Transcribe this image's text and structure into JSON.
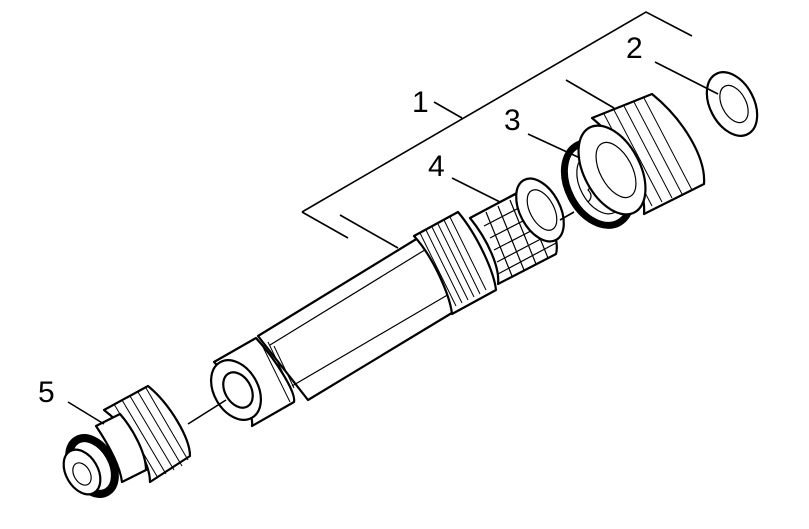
{
  "callouts": {
    "c1": "1",
    "c2": "2",
    "c3": "3",
    "c4": "4",
    "c5": "5"
  },
  "parts": [
    {
      "number": "1",
      "icon": "filter-assembly-bracket"
    },
    {
      "number": "2",
      "icon": "flat-washer"
    },
    {
      "number": "3",
      "icon": "o-ring"
    },
    {
      "number": "4",
      "icon": "mesh-filter-insert"
    },
    {
      "number": "5",
      "icon": "hose-quick-connector"
    }
  ],
  "colors": {
    "line": "#000000",
    "background": "#ffffff"
  }
}
